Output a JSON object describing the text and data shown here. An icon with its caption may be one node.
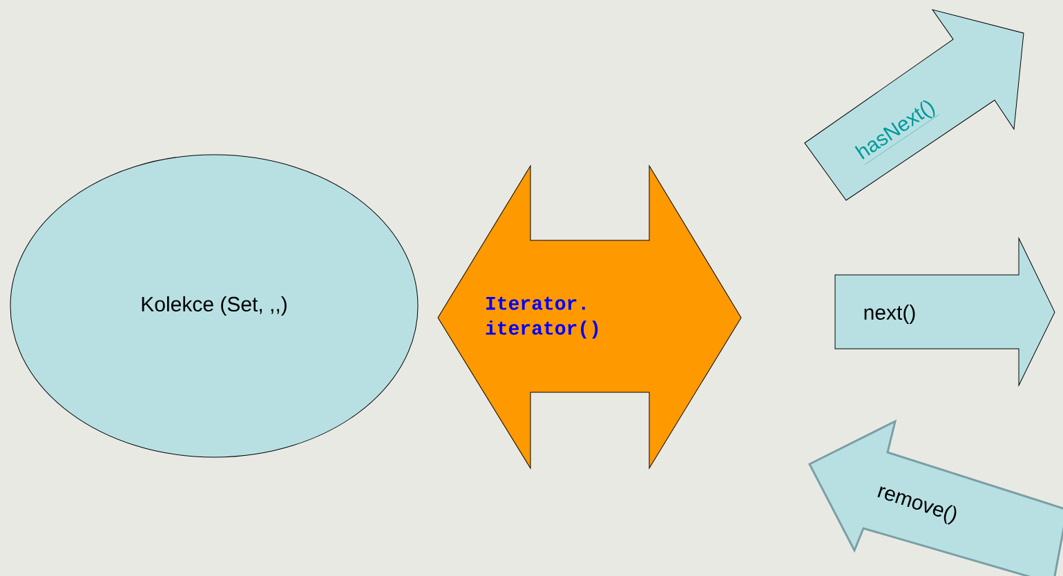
{
  "diagram": {
    "nodes": [
      {
        "text": [
          "Kolekce (Set, ,,)"
        ]
      },
      {
        "text": [
          "Iterator. iterator()"
        ]
      },
      {
        "text": [
          "hasNext()"
        ]
      },
      {
        "text": [
          "next()"
        ]
      },
      {
        "text": [
          "remove()"
        ]
      }
    ]
  }
}
